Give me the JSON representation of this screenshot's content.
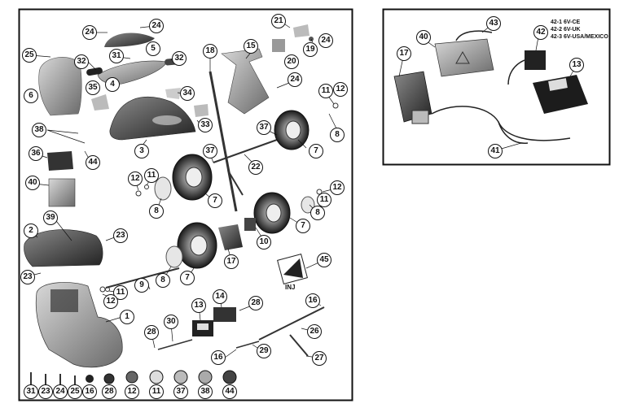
{
  "callouts": {
    "c1": "1",
    "c2": "2",
    "c3": "3",
    "c4": "4",
    "c5": "5",
    "c6": "6",
    "c7a": "7",
    "c7b": "7",
    "c7c": "7",
    "c7d": "7",
    "c8a": "8",
    "c8b": "8",
    "c8c": "8",
    "c8d": "8",
    "c9": "9",
    "c10": "10",
    "c11a": "11",
    "c11b": "11",
    "c11c": "11",
    "c11d": "11",
    "c12a": "12",
    "c12b": "12",
    "c12c": "12",
    "c12d": "12",
    "c13a": "13",
    "c13b": "13",
    "c14": "14",
    "c15": "15",
    "c16a": "16",
    "c16b": "16",
    "c17a": "17",
    "c17b": "17",
    "c18": "18",
    "c19": "19",
    "c20": "20",
    "c21": "21",
    "c22": "22",
    "c23a": "23",
    "c23b": "23",
    "c24a": "24",
    "c24b": "24",
    "c24c": "24",
    "c24d": "24",
    "c25": "25",
    "c26": "26",
    "c27": "27",
    "c28a": "28",
    "c28b": "28",
    "c29": "29",
    "c30": "30",
    "c31": "31",
    "c32a": "32",
    "c32b": "32",
    "c33": "33",
    "c34": "34",
    "c35": "35",
    "c36": "36",
    "c37a": "37",
    "c37b": "37",
    "c38": "38",
    "c39": "39",
    "c40a": "40",
    "c40b": "40",
    "c41": "41",
    "c42": "42",
    "c43": "43",
    "c44": "44",
    "c45": "45"
  },
  "legend": [
    "42-1  6V-CE",
    "42-2  6V-UK",
    "42-3  6V-USA/MEXICO"
  ],
  "hardware_row": [
    "31",
    "23",
    "24",
    "25",
    "16",
    "28",
    "12",
    "11",
    "37",
    "38",
    "44"
  ],
  "badge_text": "INJ"
}
